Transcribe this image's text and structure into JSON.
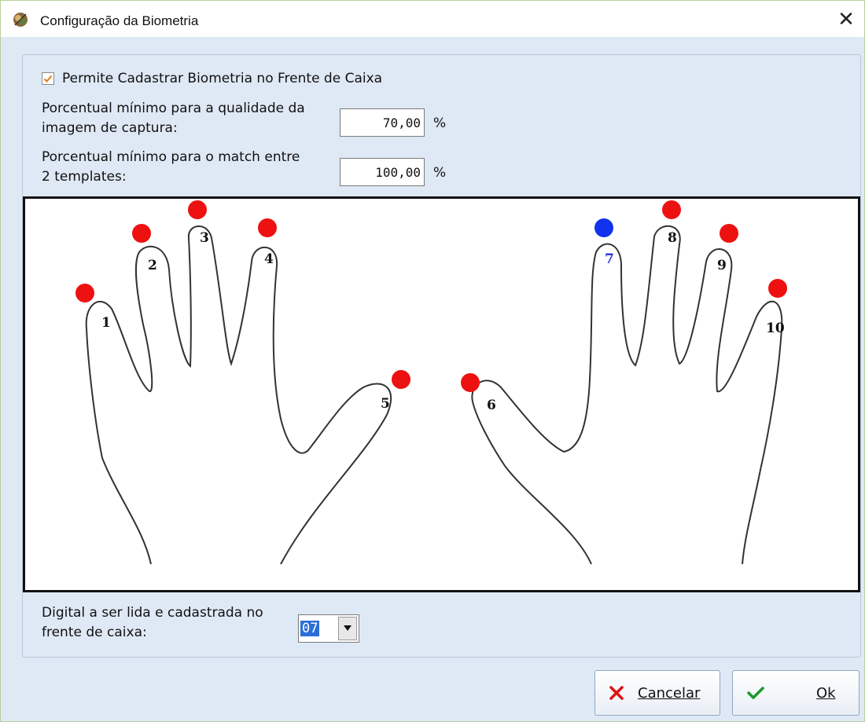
{
  "window": {
    "title": "Configuração da Biometria",
    "close_glyph": "✕"
  },
  "settings": {
    "allow_checkbox_label": "Permite Cadastrar Biometria no Frente de Caixa",
    "allow_checked": true,
    "quality_label_line1": "Porcentual mínimo para a qualidade da",
    "quality_label_line2": "imagem de captura:",
    "quality_value": "70,00",
    "quality_unit": "%",
    "match_label_line1": "Porcentual mínimo para o match entre",
    "match_label_line2": "2 templates:",
    "match_value": "100,00",
    "match_unit": "%"
  },
  "fingers": {
    "labels": [
      "1",
      "2",
      "3",
      "4",
      "5",
      "6",
      "7",
      "8",
      "9",
      "10"
    ],
    "selected_index": 6,
    "dot_color": "#ee1111",
    "selected_dot_color": "#1133ee",
    "selected_label_color": "#2233dd"
  },
  "digital": {
    "label_line1": "Digital a ser lida e cadastrada no",
    "label_line2": "frente de caixa:",
    "selected_value": "07",
    "arrow_icon": "chevron-down-icon"
  },
  "buttons": {
    "cancel_label": "Cancelar",
    "cancel_icon": "x-icon",
    "ok_label": "Ok",
    "ok_icon": "check-icon"
  }
}
